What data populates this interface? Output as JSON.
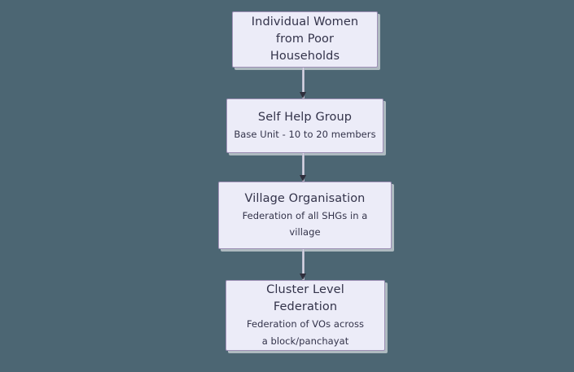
{
  "diagram": {
    "background_color": "#4c6673",
    "node_fill_color": "#ececf8",
    "node_border_color": "#9d8fb5",
    "text_color": "#33334a",
    "connector_color": "#d8d8e4",
    "arrow_color": "#2f2f3d",
    "nodes": [
      {
        "id": "individual-women",
        "title": "Individual Women\nfrom Poor Households",
        "subtitle": ""
      },
      {
        "id": "self-help-group",
        "title": "Self Help Group",
        "subtitle": "Base Unit - 10 to 20 members"
      },
      {
        "id": "village-organisation",
        "title": "Village Organisation",
        "subtitle": "Federation of all SHGs in a\nvillage"
      },
      {
        "id": "cluster-level-federation",
        "title": "Cluster Level Federation",
        "subtitle": "Federation of VOs across\na block/panchayat"
      }
    ],
    "connectors": [
      {
        "id": "edge-1",
        "from": "individual-women",
        "to": "self-help-group"
      },
      {
        "id": "edge-2",
        "from": "self-help-group",
        "to": "village-organisation"
      },
      {
        "id": "edge-3",
        "from": "village-organisation",
        "to": "cluster-level-federation"
      }
    ]
  }
}
